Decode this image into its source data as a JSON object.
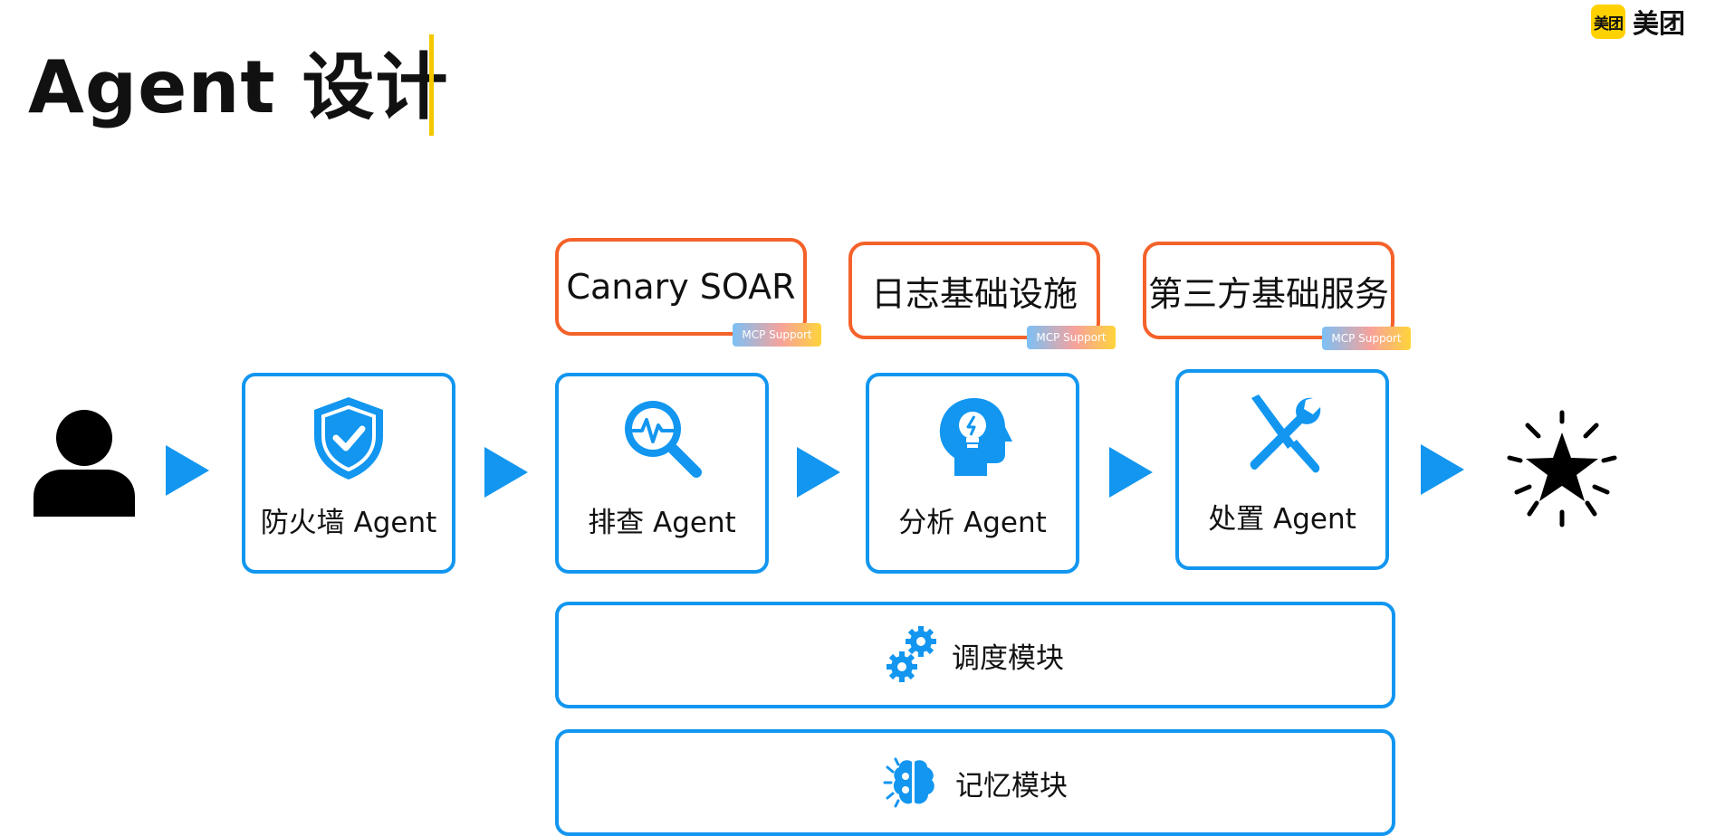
{
  "header": {
    "title": "Agent 设计",
    "brand_badge": "美团",
    "brand_name": "美团"
  },
  "colors": {
    "accent_blue": "#1296f0",
    "accent_orange": "#f4622a",
    "accent_yellow": "#f3c800"
  },
  "services": [
    {
      "label": "Canary SOAR",
      "badge": "MCP Support"
    },
    {
      "label": "日志基础设施",
      "badge": "MCP Support"
    },
    {
      "label": "第三方基础服务",
      "badge": "MCP Support"
    }
  ],
  "agents": [
    {
      "label": "防火墙 Agent",
      "icon": "shield-check-icon"
    },
    {
      "label": "排查 Agent",
      "icon": "magnifier-pulse-icon"
    },
    {
      "label": "分析 Agent",
      "icon": "head-lightbulb-icon"
    },
    {
      "label": "处置 Agent",
      "icon": "wrench-screwdriver-icon"
    }
  ],
  "modules": [
    {
      "label": "调度模块",
      "icon": "gears-icon"
    },
    {
      "label": "记忆模块",
      "icon": "brain-icon"
    }
  ],
  "flow": {
    "start_icon": "user-icon",
    "end_icon": "sparkle-star-icon"
  }
}
